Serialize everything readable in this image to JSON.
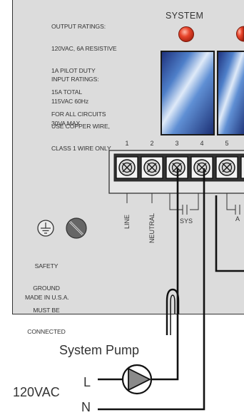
{
  "output_ratings": {
    "line1": "OUTPUT RATINGS:",
    "line2": "120VAC, 6A RESISTIVE",
    "line3": "1A PILOT DUTY",
    "line4": "15A TOTAL",
    "line5": "FOR ALL CIRCUITS"
  },
  "input_ratings": {
    "line1": "INPUT RATINGS:",
    "line2": "115VAC 60Hz",
    "line3": "30VA MAX"
  },
  "wire_note": {
    "line1": "USE COPPER WIRE,",
    "line2": "CLASS 1 WIRE ONLY"
  },
  "system_label": "SYSTEM",
  "terminal_numbers": [
    "1",
    "2",
    "3",
    "4",
    "5"
  ],
  "terminal_labels": {
    "line": "LINE",
    "neutral": "NEUTRAL",
    "sys": "SYS"
  },
  "partial_label": "A",
  "ground_note": {
    "line1": "SAFETY",
    "line2": "GROUND",
    "line3": "MUST BE",
    "line4": "CONNECTED"
  },
  "made_in": "MADE IN U.S.A.",
  "pump_label": "System Pump",
  "supply_voltage": "120VAC",
  "line_l": "L",
  "line_n": "N",
  "colors": {
    "panel": "#dcdcdc",
    "led_red": "#e8452c",
    "terminal_block": "#e6e6e6",
    "wire": "#111111",
    "pump_triangle": "#8a8a8a"
  }
}
